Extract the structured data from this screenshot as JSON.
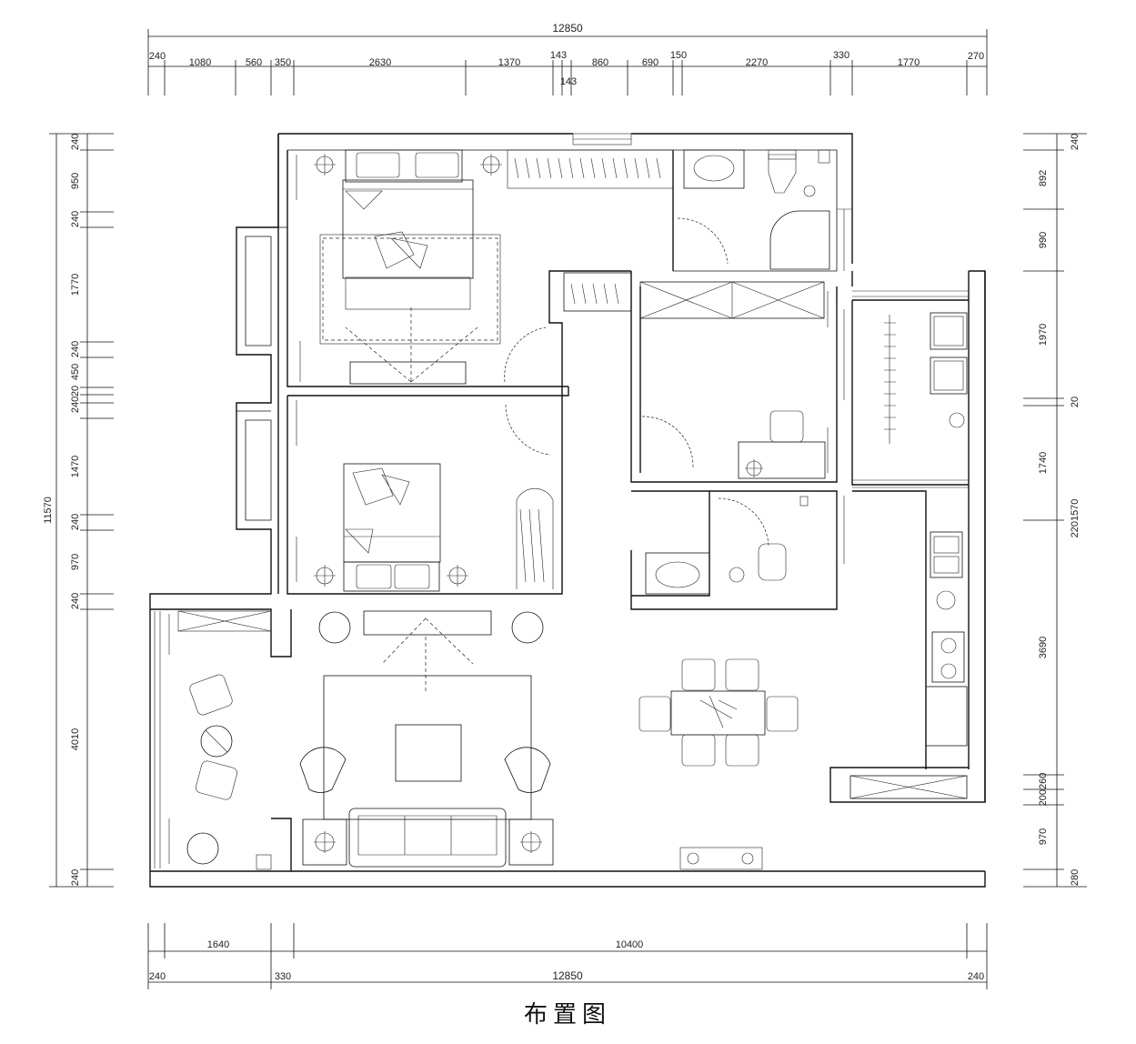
{
  "title": "布置图",
  "top_dims": {
    "total": "12850",
    "segments": [
      "240",
      "1080",
      "560",
      "350",
      "2630",
      "1370",
      "143",
      "860",
      "690",
      "150",
      "2270",
      "330",
      "1770",
      "270"
    ],
    "extra": "143"
  },
  "bottom_dims": {
    "row1": [
      "1640",
      "10400"
    ],
    "row2": [
      "240",
      "330",
      "12850",
      "240"
    ]
  },
  "left_dims": {
    "total": "11570",
    "segments": [
      "240",
      "950",
      "240",
      "1770",
      "240",
      "450",
      "20",
      "240",
      "240",
      "1470",
      "240",
      "970",
      "240",
      "4010",
      "240"
    ]
  },
  "right_dims": {
    "segments": [
      "240",
      "892",
      "990",
      "1970",
      "20",
      "1740",
      "2201570",
      "3690",
      "200260",
      "970",
      "280"
    ]
  }
}
